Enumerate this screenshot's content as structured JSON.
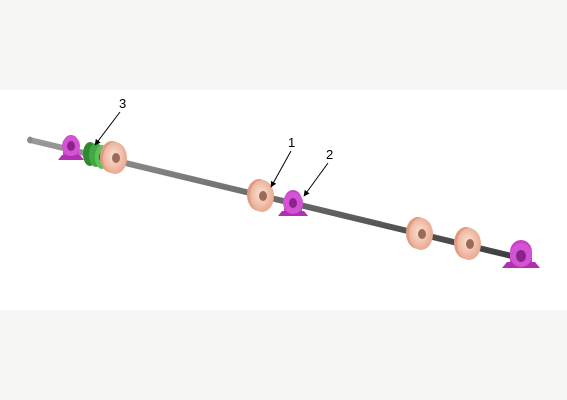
{
  "callouts": {
    "one": "1",
    "two": "2",
    "three": "3"
  },
  "colors": {
    "shaft": "#6e6e6e",
    "disc": "#f0b8a0",
    "disc_face": "#f8d8c8",
    "bearing": "#c93fc9",
    "coupling": "#43a843"
  },
  "icons": [
    "shaft",
    "disc",
    "bearing-pedestal",
    "coupling"
  ]
}
